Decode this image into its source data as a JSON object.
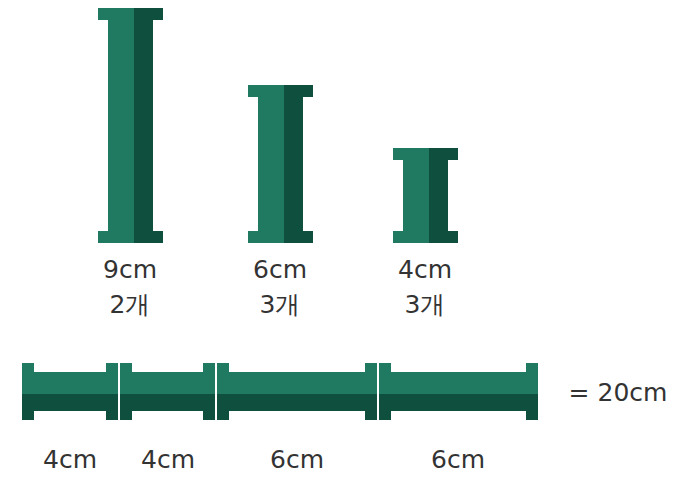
{
  "diagram": {
    "labels": [
      "9cm",
      "2개",
      "6cm",
      "3개",
      "4cm",
      "3개",
      "4cm",
      "4cm",
      "6cm",
      "6cm",
      "= 20cm"
    ]
  }
}
